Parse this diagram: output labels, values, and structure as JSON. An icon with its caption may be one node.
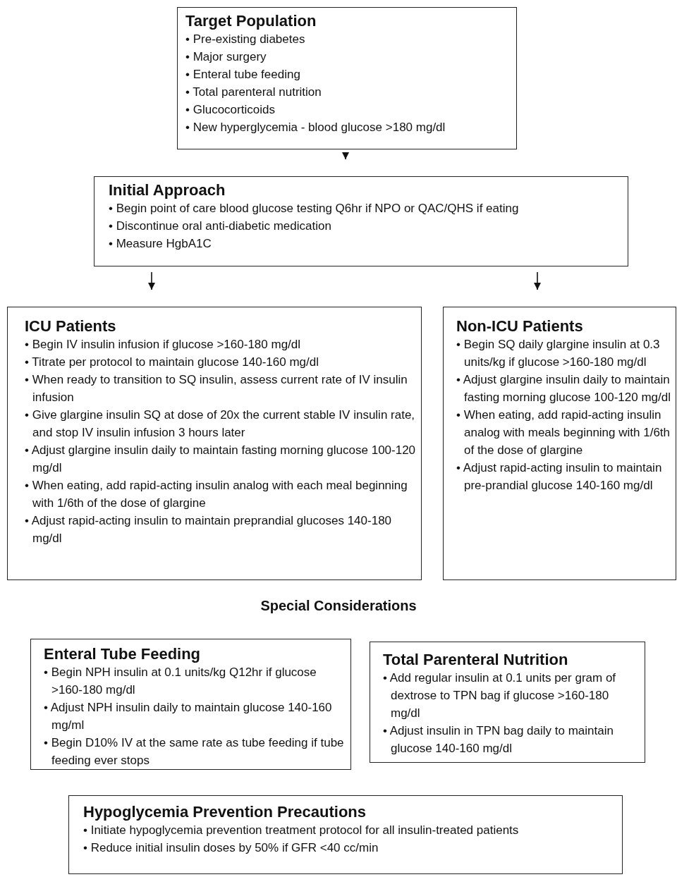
{
  "diagram": {
    "nodes": [
      {
        "text": [
          "Target Population",
          "• Pre-existing diabetes",
          "• Major surgery",
          "• Enteral tube feeding",
          "• Total parenteral nutrition",
          "• Glucocorticoids",
          "• New hyperglycemia - blood glucose >180 mg/dl"
        ]
      },
      {
        "text": [
          "Initial Approach",
          "• Begin point of care blood glucose testing Q6hr if NPO or QAC/QHS if eating",
          "• Discontinue oral anti-diabetic medication",
          "• Measure HgbA1C"
        ]
      },
      {
        "text": [
          "ICU Patients",
          "• Begin IV insulin infusion if glucose >160-180 mg/dl",
          "• Titrate per protocol to maintain glucose 140-160 mg/dl",
          "• When ready to transition to SQ insulin, assess current rate of IV insulin infusion",
          "• Give glargine insulin SQ at dose of 20x the current stable IV insulin rate, and stop IV insulin infusion 3 hours later",
          "• Adjust glargine insulin daily to maintain fasting morning glucose 100-120 mg/dl",
          "• When eating, add rapid-acting insulin analog with each meal beginning with 1/6th of the dose of glargine",
          "• Adjust rapid-acting insulin to maintain preprandial glucoses 140-180 mg/dl"
        ]
      },
      {
        "text": [
          "Non-ICU Patients",
          "• Begin SQ daily glargine insulin at 0.3 units/kg if glucose >160-180 mg/dl",
          "• Adjust glargine insulin daily to maintain fasting morning glucose 100-120 mg/dl",
          "• When eating, add rapid-acting insulin analog with meals beginning with 1/6th of the dose of glargine",
          "• Adjust rapid-acting insulin to maintain pre-prandial glucose 140-160 mg/dl"
        ]
      },
      {
        "text": [
          "Enteral Tube Feeding",
          "• Begin NPH insulin at 0.1 units/kg Q12hr if glucose >160-180 mg/dl",
          "• Adjust NPH insulin daily to maintain glucose 140-160 mg/ml",
          "• Begin D10% IV at the same rate as tube feeding if tube feeding ever stops"
        ]
      },
      {
        "text": [
          "Total Parenteral Nutrition",
          "• Add regular insulin at 0.1 units per gram of dextrose to TPN bag if glucose >160-180 mg/dl",
          "• Adjust insulin in TPN bag daily to maintain glucose 140-160 mg/dl"
        ]
      },
      {
        "text": [
          "Hypoglycemia Prevention Precautions",
          "• Initiate hypoglycemia prevention treatment protocol for all insulin-treated patients",
          "• Reduce initial insulin doses by 50% if GFR <40 cc/min"
        ]
      }
    ],
    "edges": [
      {
        "from": 0,
        "to": 1,
        "arrow": "to"
      },
      {
        "from": 1,
        "to": 2,
        "arrow": "to"
      },
      {
        "from": 1,
        "to": 3,
        "arrow": "to"
      }
    ],
    "labels": [
      "Special Considerations"
    ]
  }
}
